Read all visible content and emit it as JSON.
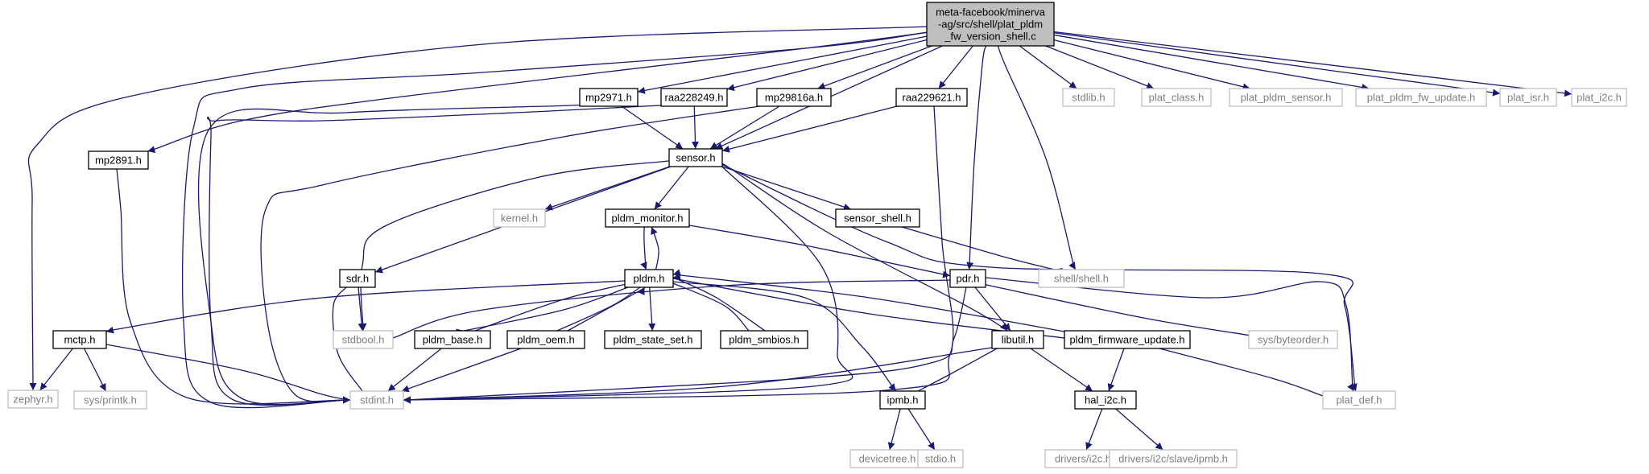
{
  "colors": {
    "edge": "#191970",
    "node_border": "#000000",
    "external_border": "#bfbfbf",
    "external_text": "#7f7f7f",
    "root_fill": "#bfbfbf",
    "node_fill": "#ffffff",
    "text": "#000000"
  },
  "nodes": [
    {
      "id": "root",
      "lines": [
        "meta-facebook/minerva",
        "-ag/src/shell/plat_pldm",
        "_fw_version_shell.c"
      ],
      "kind": "root"
    },
    {
      "id": "zephyr",
      "lines": [
        "zephyr.h"
      ],
      "kind": "external"
    },
    {
      "id": "mp2891",
      "lines": [
        "mp2891.h"
      ],
      "kind": "local"
    },
    {
      "id": "stdint",
      "lines": [
        "stdint.h"
      ],
      "kind": "external"
    },
    {
      "id": "mp2971",
      "lines": [
        "mp2971.h"
      ],
      "kind": "local"
    },
    {
      "id": "sensor",
      "lines": [
        "sensor.h"
      ],
      "kind": "local"
    },
    {
      "id": "stdbool",
      "lines": [
        "stdbool.h"
      ],
      "kind": "external"
    },
    {
      "id": "kernel",
      "lines": [
        "kernel.h"
      ],
      "kind": "external"
    },
    {
      "id": "sdr",
      "lines": [
        "sdr.h"
      ],
      "kind": "local"
    },
    {
      "id": "pldm_monitor",
      "lines": [
        "pldm_monitor.h"
      ],
      "kind": "local"
    },
    {
      "id": "pldm",
      "lines": [
        "pldm.h"
      ],
      "kind": "local"
    },
    {
      "id": "mctp",
      "lines": [
        "mctp.h"
      ],
      "kind": "local"
    },
    {
      "id": "printk",
      "lines": [
        "sys/printk.h"
      ],
      "kind": "external"
    },
    {
      "id": "ipmb",
      "lines": [
        "ipmb.h"
      ],
      "kind": "local"
    },
    {
      "id": "devicetree",
      "lines": [
        "devicetree.h"
      ],
      "kind": "external"
    },
    {
      "id": "stdio",
      "lines": [
        "stdio.h"
      ],
      "kind": "external"
    },
    {
      "id": "pldm_base",
      "lines": [
        "pldm_base.h"
      ],
      "kind": "local"
    },
    {
      "id": "pldm_oem",
      "lines": [
        "pldm_oem.h"
      ],
      "kind": "local"
    },
    {
      "id": "pldm_state_set",
      "lines": [
        "pldm_state_set.h"
      ],
      "kind": "local"
    },
    {
      "id": "pldm_smbios",
      "lines": [
        "pldm_smbios.h"
      ],
      "kind": "local"
    },
    {
      "id": "pldm_fw_update",
      "lines": [
        "pldm_firmware_update.h"
      ],
      "kind": "local"
    },
    {
      "id": "hal_i2c",
      "lines": [
        "hal_i2c.h"
      ],
      "kind": "local"
    },
    {
      "id": "drivers_i2c",
      "lines": [
        "drivers/i2c.h"
      ],
      "kind": "external"
    },
    {
      "id": "drivers_ipmb",
      "lines": [
        "drivers/i2c/slave/ipmb.h"
      ],
      "kind": "external"
    },
    {
      "id": "plat_def",
      "lines": [
        "plat_def.h"
      ],
      "kind": "external"
    },
    {
      "id": "pdr",
      "lines": [
        "pdr.h"
      ],
      "kind": "local"
    },
    {
      "id": "libutil",
      "lines": [
        "libutil.h"
      ],
      "kind": "local"
    },
    {
      "id": "byteorder",
      "lines": [
        "sys/byteorder.h"
      ],
      "kind": "external"
    },
    {
      "id": "sensor_shell",
      "lines": [
        "sensor_shell.h"
      ],
      "kind": "local"
    },
    {
      "id": "shell",
      "lines": [
        "shell/shell.h"
      ],
      "kind": "external"
    },
    {
      "id": "raa228249",
      "lines": [
        "raa228249.h"
      ],
      "kind": "local"
    },
    {
      "id": "mp29816a",
      "lines": [
        "mp29816a.h"
      ],
      "kind": "local"
    },
    {
      "id": "raa229621",
      "lines": [
        "raa229621.h"
      ],
      "kind": "local"
    },
    {
      "id": "stdlib",
      "lines": [
        "stdlib.h"
      ],
      "kind": "external"
    },
    {
      "id": "plat_class",
      "lines": [
        "plat_class.h"
      ],
      "kind": "external"
    },
    {
      "id": "plat_pldm_sensor",
      "lines": [
        "plat_pldm_sensor.h"
      ],
      "kind": "external"
    },
    {
      "id": "plat_pldm_fw_update",
      "lines": [
        "plat_pldm_fw_update.h"
      ],
      "kind": "external"
    },
    {
      "id": "plat_isr",
      "lines": [
        "plat_isr.h"
      ],
      "kind": "external"
    },
    {
      "id": "plat_i2c",
      "lines": [
        "plat_i2c.h"
      ],
      "kind": "external"
    }
  ],
  "edges": [
    [
      "root",
      "zephyr"
    ],
    [
      "root",
      "mp2891"
    ],
    [
      "root",
      "stdint"
    ],
    [
      "root",
      "mp2971"
    ],
    [
      "root",
      "raa228249"
    ],
    [
      "root",
      "mp29816a"
    ],
    [
      "root",
      "sensor"
    ],
    [
      "root",
      "raa229621"
    ],
    [
      "root",
      "pdr"
    ],
    [
      "root",
      "shell"
    ],
    [
      "root",
      "stdlib"
    ],
    [
      "root",
      "plat_class"
    ],
    [
      "root",
      "plat_pldm_sensor"
    ],
    [
      "root",
      "plat_pldm_fw_update"
    ],
    [
      "root",
      "plat_isr"
    ],
    [
      "root",
      "plat_i2c"
    ],
    [
      "mp2891",
      "stdint"
    ],
    [
      "mp2971",
      "sensor"
    ],
    [
      "mp2971",
      "stdint"
    ],
    [
      "raa228249",
      "sensor"
    ],
    [
      "raa228249",
      "stdint"
    ],
    [
      "mp29816a",
      "sensor"
    ],
    [
      "mp29816a",
      "stdint"
    ],
    [
      "raa229621",
      "sensor"
    ],
    [
      "raa229621",
      "stdint"
    ],
    [
      "sensor",
      "stdint"
    ],
    [
      "sensor",
      "stdbool"
    ],
    [
      "sensor",
      "kernel"
    ],
    [
      "sensor",
      "sdr"
    ],
    [
      "sensor",
      "pldm_monitor"
    ],
    [
      "sensor",
      "sensor_shell"
    ],
    [
      "sensor",
      "libutil"
    ],
    [
      "sensor",
      "plat_def"
    ],
    [
      "sdr",
      "stdint"
    ],
    [
      "sdr",
      "stdbool"
    ],
    [
      "pldm_monitor",
      "pldm"
    ],
    [
      "pldm_monitor",
      "pdr"
    ],
    [
      "pldm",
      "pldm_monitor"
    ],
    [
      "pldm",
      "mctp"
    ],
    [
      "pldm",
      "pldm_base"
    ],
    [
      "pldm",
      "pldm_oem"
    ],
    [
      "pldm",
      "pldm_state_set"
    ],
    [
      "pldm",
      "pldm_smbios"
    ],
    [
      "pldm",
      "pldm_fw_update"
    ],
    [
      "pldm",
      "ipmb"
    ],
    [
      "pldm_base",
      "pldm"
    ],
    [
      "pldm_base",
      "stdint"
    ],
    [
      "pldm_oem",
      "pldm"
    ],
    [
      "pldm_oem",
      "stdint"
    ],
    [
      "pldm_smbios",
      "pldm"
    ],
    [
      "pldm_fw_update",
      "pldm"
    ],
    [
      "pldm_fw_update",
      "hal_i2c"
    ],
    [
      "pldm_fw_update",
      "plat_def"
    ],
    [
      "mctp",
      "zephyr"
    ],
    [
      "mctp",
      "printk"
    ],
    [
      "mctp",
      "stdint"
    ],
    [
      "ipmb",
      "devicetree"
    ],
    [
      "ipmb",
      "stdio"
    ],
    [
      "libutil",
      "stdint"
    ],
    [
      "libutil",
      "ipmb"
    ],
    [
      "libutil",
      "hal_i2c"
    ],
    [
      "hal_i2c",
      "drivers_i2c"
    ],
    [
      "hal_i2c",
      "drivers_ipmb"
    ],
    [
      "pdr",
      "stdbool"
    ],
    [
      "pdr",
      "stdint"
    ],
    [
      "pdr",
      "libutil"
    ],
    [
      "pdr",
      "byteorder"
    ],
    [
      "pdr",
      "plat_def"
    ],
    [
      "sensor_shell",
      "shell"
    ]
  ]
}
